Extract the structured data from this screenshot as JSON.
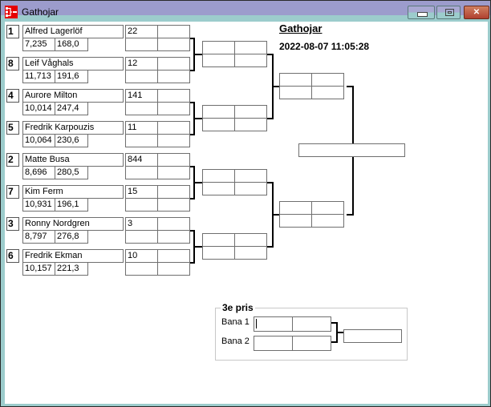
{
  "window": {
    "title": "Gathojar",
    "icon": "app-bracket-icon",
    "controls": {
      "minimize": "minimize-icon",
      "maximize": "maximize-icon",
      "close": "close-icon"
    }
  },
  "header": {
    "title": "Gathojar",
    "datetime": "2022-08-07 11:05:28"
  },
  "round1": [
    {
      "seed": "1",
      "name": "Alfred Lagerlöf",
      "time": "7,235",
      "speed": "168,0",
      "score": "22",
      "score2": "",
      "extra1": "",
      "extra2": ""
    },
    {
      "seed": "8",
      "name": "Leif Våghals",
      "time": "11,713",
      "speed": "191,6",
      "score": "12",
      "score2": "",
      "extra1": "",
      "extra2": ""
    },
    {
      "seed": "4",
      "name": "Aurore Milton",
      "time": "10,014",
      "speed": "247,4",
      "score": "141",
      "score2": "",
      "extra1": "",
      "extra2": ""
    },
    {
      "seed": "5",
      "name": "Fredrik Karpouzis",
      "time": "10,064",
      "speed": "230,6",
      "score": "11",
      "score2": "",
      "extra1": "",
      "extra2": ""
    },
    {
      "seed": "2",
      "name": "Matte Busa",
      "time": "8,696",
      "speed": "280,5",
      "score": "844",
      "score2": "",
      "extra1": "",
      "extra2": ""
    },
    {
      "seed": "7",
      "name": "Kim Ferm",
      "time": "10,931",
      "speed": "196,1",
      "score": "15",
      "score2": "",
      "extra1": "",
      "extra2": ""
    },
    {
      "seed": "3",
      "name": "Ronny Nordgren",
      "time": "8,797",
      "speed": "276,8",
      "score": "3",
      "score2": "",
      "extra1": "",
      "extra2": ""
    },
    {
      "seed": "6",
      "name": "Fredrik  Ekman",
      "time": "10,157",
      "speed": "221,3",
      "score": "10",
      "score2": "",
      "extra1": "",
      "extra2": ""
    }
  ],
  "quarterfinals": [
    {
      "a": "",
      "b": "",
      "c": "",
      "d": ""
    },
    {
      "a": "",
      "b": "",
      "c": "",
      "d": ""
    },
    {
      "a": "",
      "b": "",
      "c": "",
      "d": ""
    },
    {
      "a": "",
      "b": "",
      "c": "",
      "d": ""
    }
  ],
  "semifinals": [
    {
      "a": "",
      "b": "",
      "c": "",
      "d": ""
    },
    {
      "a": "",
      "b": "",
      "c": "",
      "d": ""
    }
  ],
  "final": {
    "winner": ""
  },
  "third_place": {
    "label": "3e pris",
    "lanes": [
      {
        "label": "Bana 1",
        "a": "",
        "b": ""
      },
      {
        "label": "Bana 2",
        "a": "",
        "b": ""
      }
    ],
    "result": ""
  }
}
